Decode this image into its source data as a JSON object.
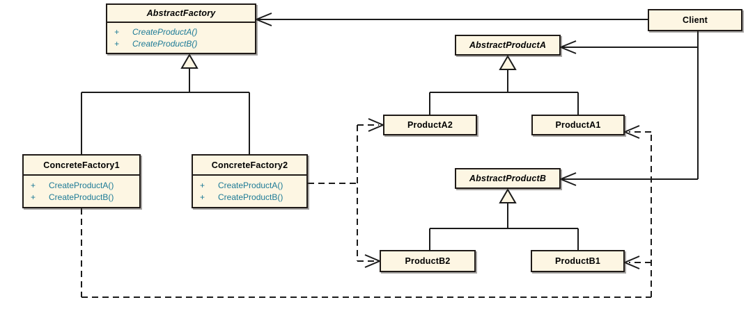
{
  "diagram": {
    "type": "uml-class-diagram",
    "pattern": "Abstract Factory",
    "colors": {
      "box_fill": "#FDF6E3",
      "box_border": "#1F1A17",
      "method_text": "#1C7A96",
      "line": "#1a1a1a"
    },
    "classes": {
      "abstract_factory": {
        "name": "AbstractFactory",
        "abstract": true,
        "methods": [
          {
            "visibility": "+",
            "signature": "CreateProductA()"
          },
          {
            "visibility": "+",
            "signature": "CreateProductB()"
          }
        ]
      },
      "client": {
        "name": "Client",
        "abstract": false
      },
      "abstract_product_a": {
        "name": "AbstractProductA",
        "abstract": true
      },
      "product_a2": {
        "name": "ProductA2",
        "abstract": false
      },
      "product_a1": {
        "name": "ProductA1",
        "abstract": false
      },
      "abstract_product_b": {
        "name": "AbstractProductB",
        "abstract": true
      },
      "product_b2": {
        "name": "ProductB2",
        "abstract": false
      },
      "product_b1": {
        "name": "ProductB1",
        "abstract": false
      },
      "concrete_factory_1": {
        "name": "ConcreteFactory1",
        "abstract": false,
        "methods": [
          {
            "visibility": "+",
            "signature": "CreateProductA()"
          },
          {
            "visibility": "+",
            "signature": "CreateProductB()"
          }
        ]
      },
      "concrete_factory_2": {
        "name": "ConcreteFactory2",
        "abstract": false,
        "methods": [
          {
            "visibility": "+",
            "signature": "CreateProductA()"
          },
          {
            "visibility": "+",
            "signature": "CreateProductB()"
          }
        ]
      }
    },
    "relationships": [
      {
        "type": "association",
        "from": "Client",
        "to": "AbstractFactory"
      },
      {
        "type": "association",
        "from": "Client",
        "to": "AbstractProductA"
      },
      {
        "type": "association",
        "from": "Client",
        "to": "AbstractProductB"
      },
      {
        "type": "generalization",
        "from": "ConcreteFactory1",
        "to": "AbstractFactory"
      },
      {
        "type": "generalization",
        "from": "ConcreteFactory2",
        "to": "AbstractFactory"
      },
      {
        "type": "generalization",
        "from": "ProductA2",
        "to": "AbstractProductA"
      },
      {
        "type": "generalization",
        "from": "ProductA1",
        "to": "AbstractProductA"
      },
      {
        "type": "generalization",
        "from": "ProductB2",
        "to": "AbstractProductB"
      },
      {
        "type": "generalization",
        "from": "ProductB1",
        "to": "AbstractProductB"
      },
      {
        "type": "dependency",
        "from": "ConcreteFactory2",
        "to": "ProductA2"
      },
      {
        "type": "dependency",
        "from": "ConcreteFactory2",
        "to": "ProductB2"
      },
      {
        "type": "dependency",
        "from": "ConcreteFactory1",
        "to": "ProductA1"
      },
      {
        "type": "dependency",
        "from": "ConcreteFactory1",
        "to": "ProductB1"
      }
    ]
  }
}
